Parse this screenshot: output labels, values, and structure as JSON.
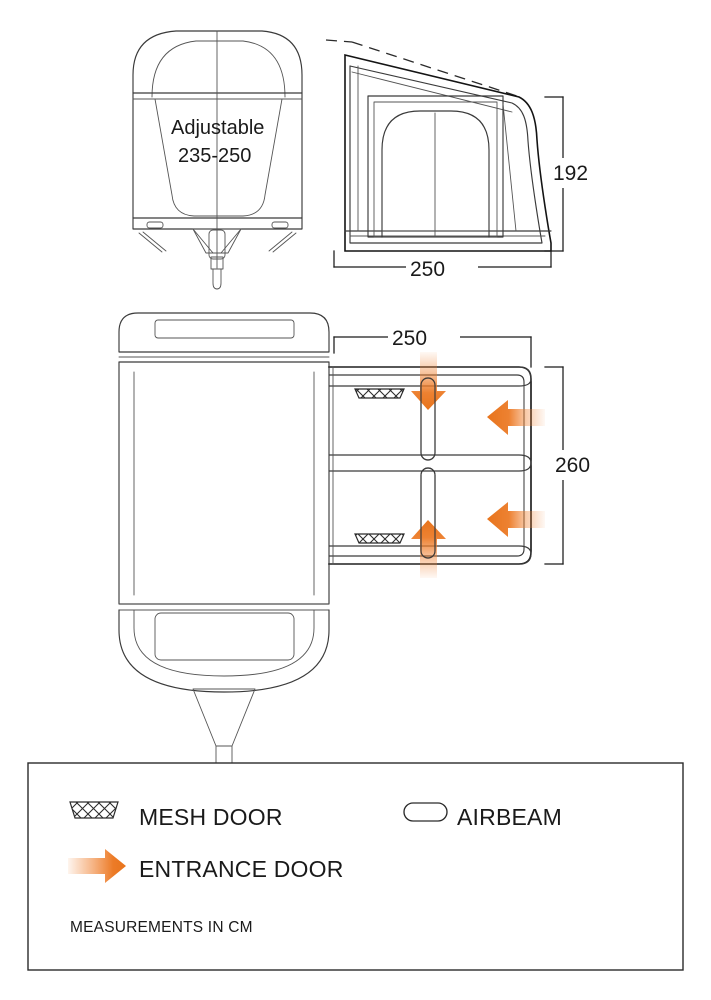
{
  "sheet": {
    "title": "Caravan awning dimension drawing",
    "background": "#ffffff",
    "line_color": "#3a3a3a",
    "accent_color": "#ef7f2e"
  },
  "front_view": {
    "name": "caravan-front-view-with-awning",
    "annotation_line_1": "Adjustable",
    "annotation_line_2": "235-250",
    "height_dimension": "192",
    "width_dimension": "250"
  },
  "plan_view": {
    "name": "caravan-plan-view-with-awning",
    "depth_dimension": "250",
    "width_dimension": "260",
    "features": {
      "mesh_door_count": 2,
      "entrance_door_count": 2,
      "airbeam_count": 3
    }
  },
  "legend": {
    "items": [
      {
        "icon": "mesh-door-icon",
        "label": "MESH DOOR"
      },
      {
        "icon": "airbeam-icon",
        "label": "AIRBEAM"
      },
      {
        "icon": "entrance-door-arrow-icon",
        "label": "ENTRANCE DOOR"
      }
    ],
    "note": "MEASUREMENTS IN CM"
  }
}
